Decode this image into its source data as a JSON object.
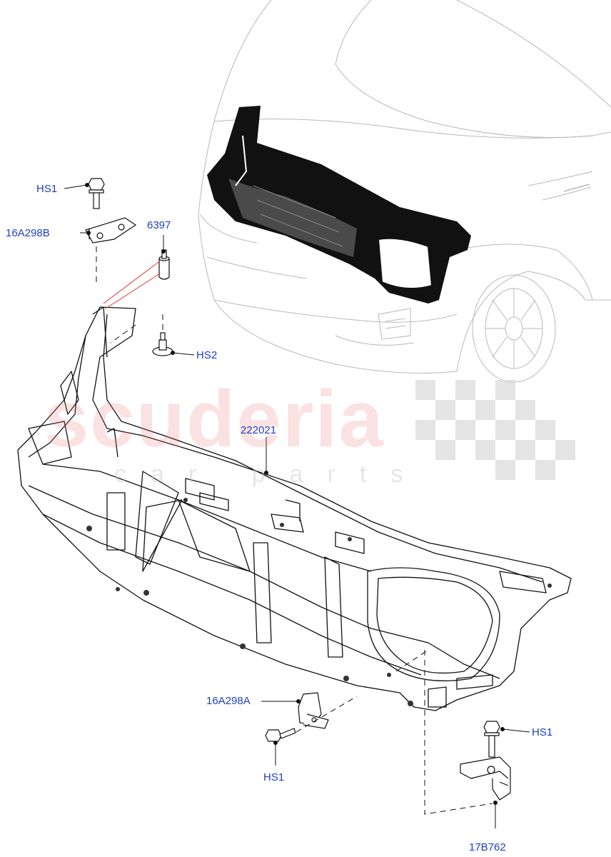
{
  "watermark": {
    "brand": "scuderia",
    "sub": "car parts"
  },
  "callouts": [
    {
      "id": "hs1-top",
      "label": "HS1"
    },
    {
      "id": "16a298b",
      "label": "16A298B"
    },
    {
      "id": "6397",
      "label": "6397"
    },
    {
      "id": "hs2",
      "label": "HS2"
    },
    {
      "id": "222021",
      "label": "222021"
    },
    {
      "id": "16a298a",
      "label": "16A298A"
    },
    {
      "id": "hs1-bottom-left",
      "label": "HS1"
    },
    {
      "id": "hs1-bottom-right",
      "label": "HS1"
    },
    {
      "id": "17b762",
      "label": "17B762"
    }
  ],
  "colors": {
    "callout_text": "#1f3fc4",
    "leader_line": "#000000",
    "highlight_line": "#e03030",
    "panel_fill": "#111111"
  }
}
